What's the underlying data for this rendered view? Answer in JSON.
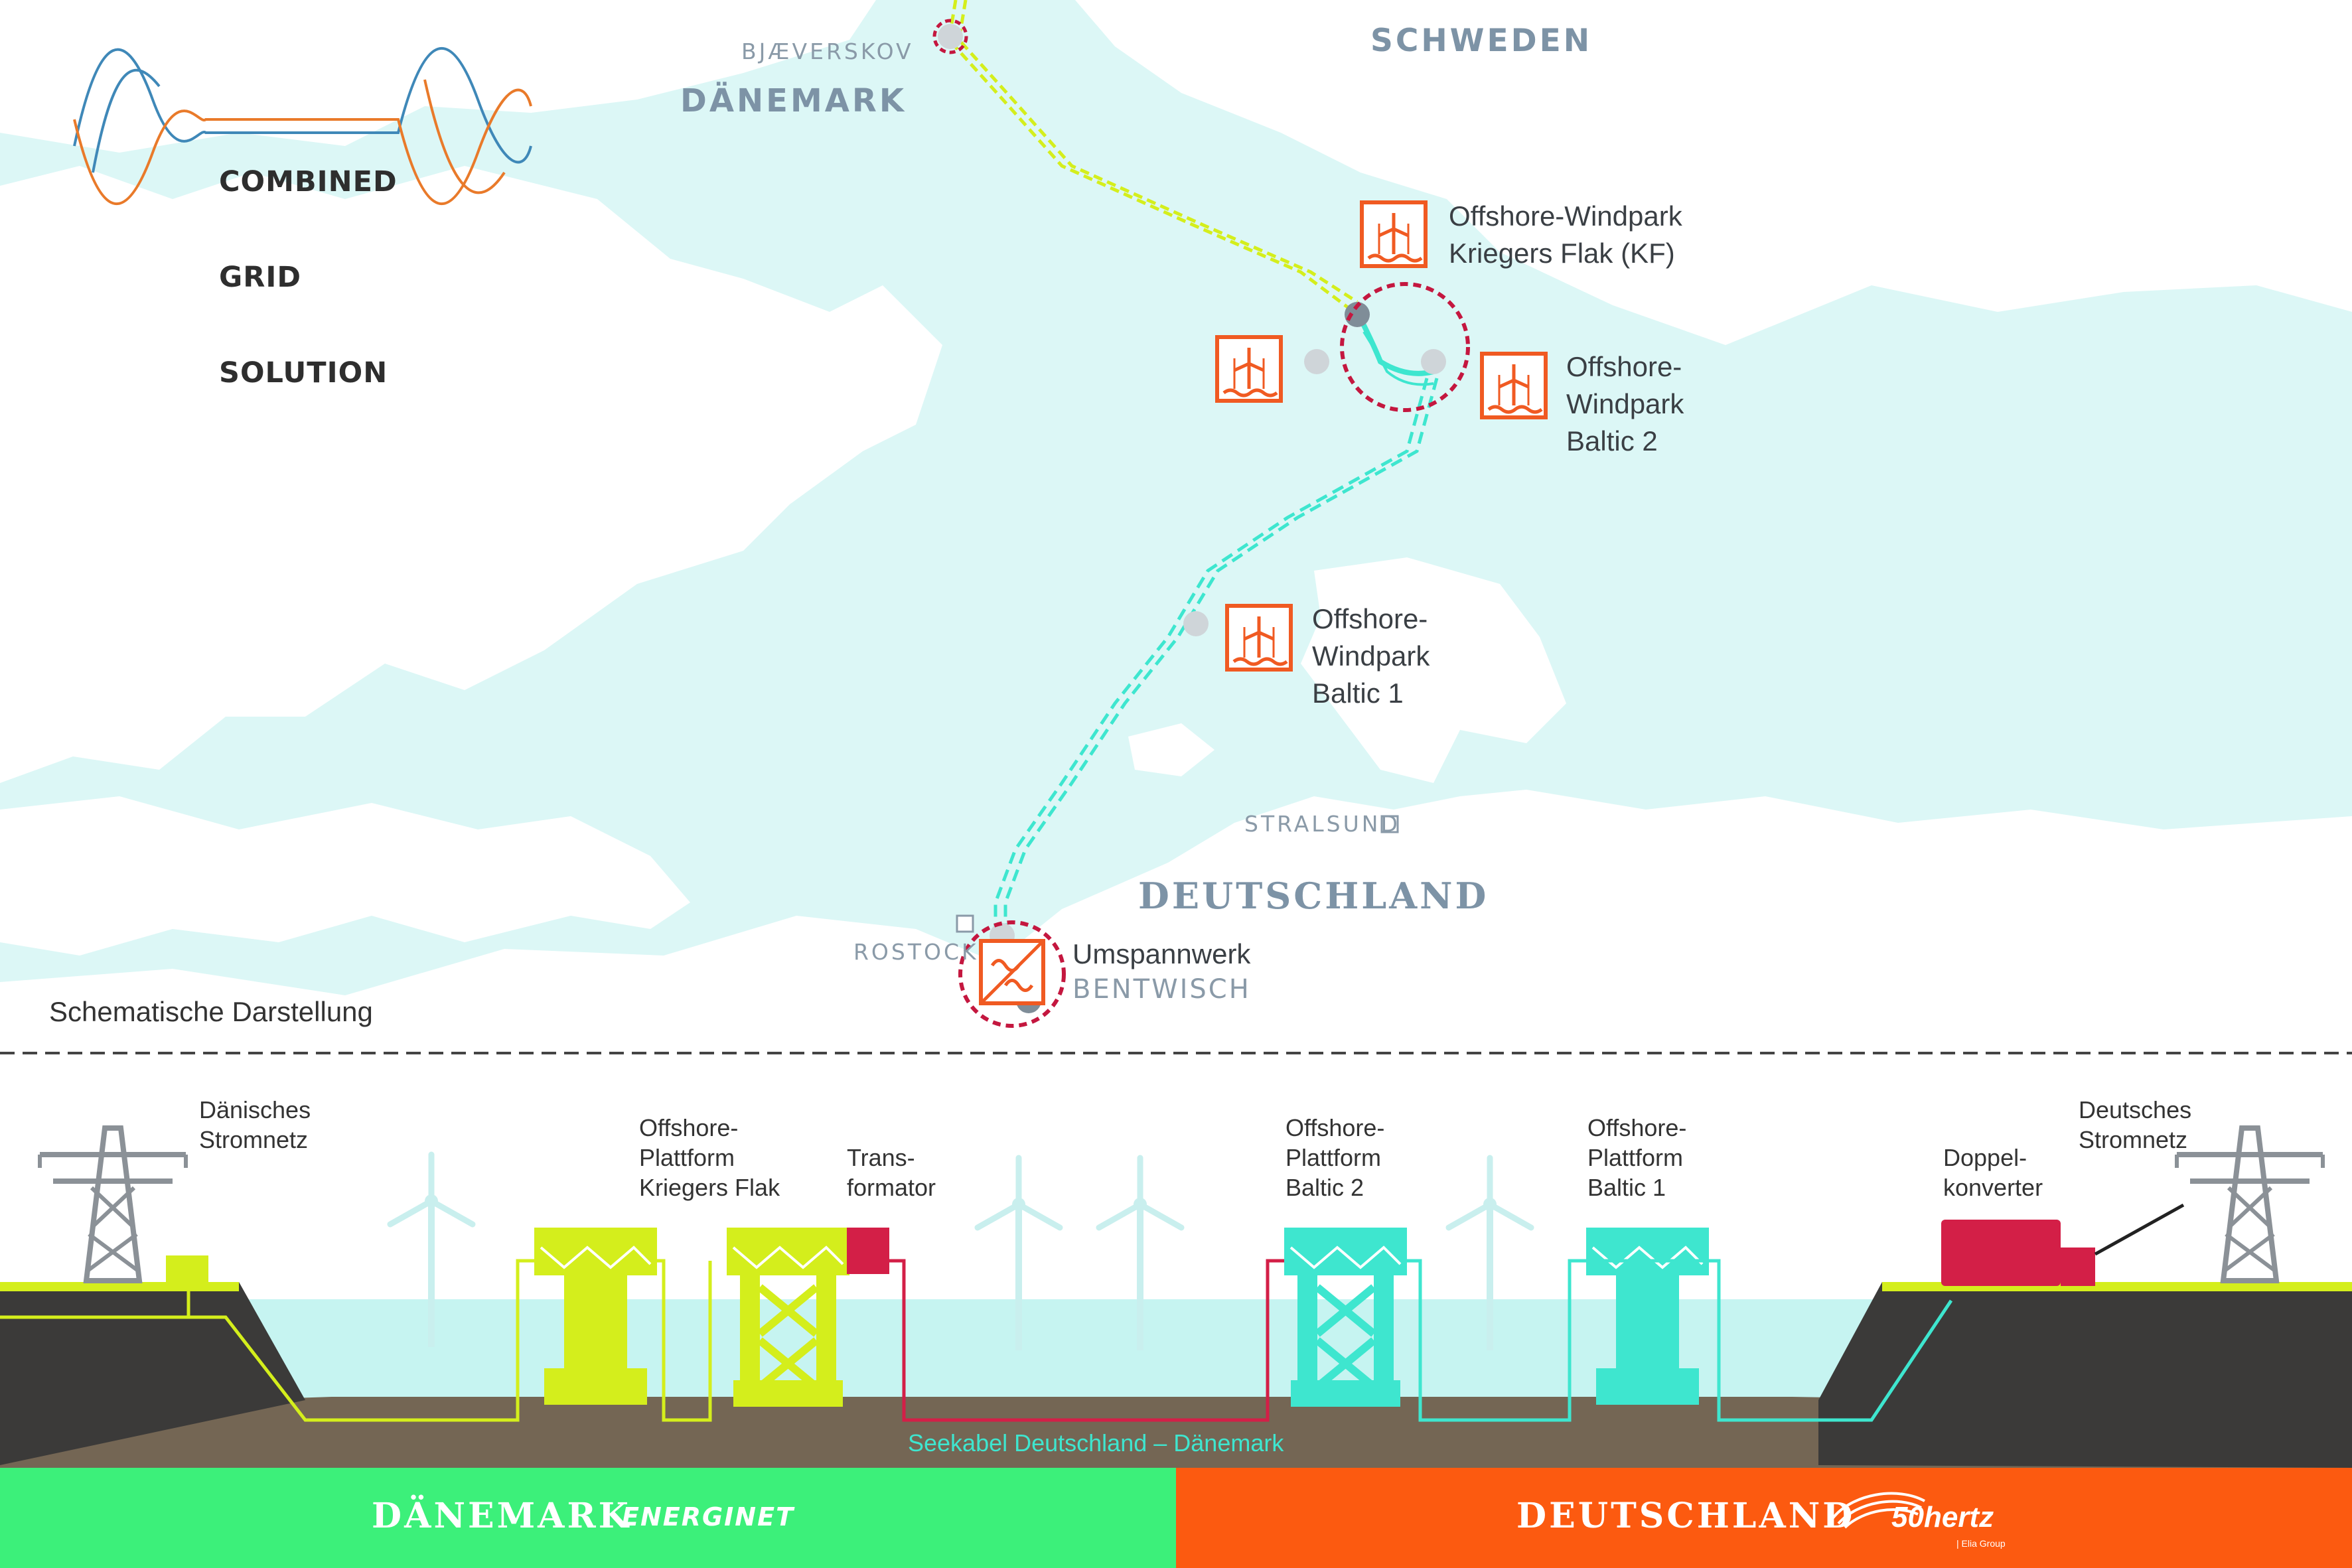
{
  "logo": {
    "lines": [
      "COMBINED",
      "GRID",
      "SOLUTION"
    ]
  },
  "map": {
    "countries": {
      "sweden": "SCHWEDEN",
      "denmark": "DÄNEMARK",
      "germany": "DEUTSCHLAND"
    },
    "cities": {
      "bjaeverskov": "BJÆVERSKOV",
      "stralsund": "STRALSUND",
      "rostock": "ROSTOCK"
    },
    "windparks": {
      "kf": "Offshore-Windpark\nKriegers Flak (KF)",
      "baltic2": "Offshore-\nWindpark\nBaltic 2",
      "baltic1": "Offshore-\nWindpark\nBaltic 1"
    },
    "substation": {
      "name": "Umspannwerk",
      "place": "BENTWISCH"
    },
    "schematic_note": "Schematische Darstellung"
  },
  "schematic": {
    "labels": {
      "dk_grid": "Dänisches\nStromnetz",
      "platform_kf": "Offshore-\nPlattform\nKriegers Flak",
      "transformer": "Trans-\nformator",
      "platform_b2": "Offshore-\nPlattform\nBaltic 2",
      "platform_b1": "Offshore-\nPlattform\nBaltic 1",
      "converter": "Doppel-\nkonverter",
      "de_grid": "Deutsches\nStromnetz",
      "cable": "Seekabel Deutschland – Dänemark"
    }
  },
  "footer": {
    "left_country": "DÄNEMARK",
    "left_operator": "ENERGINET",
    "right_country": "DEUTSCHLAND",
    "right_operator": "50hertz",
    "right_operator_sub": "| Elia Group"
  },
  "colors": {
    "sea": "#dcf7f6",
    "land": "#ffffff",
    "orange": "#f05a22",
    "green_band": "#3cf07a",
    "orange_band": "#fc5a10",
    "lime": "#d4ee1c",
    "teal": "#3ee6cf",
    "red": "#d31f47"
  }
}
